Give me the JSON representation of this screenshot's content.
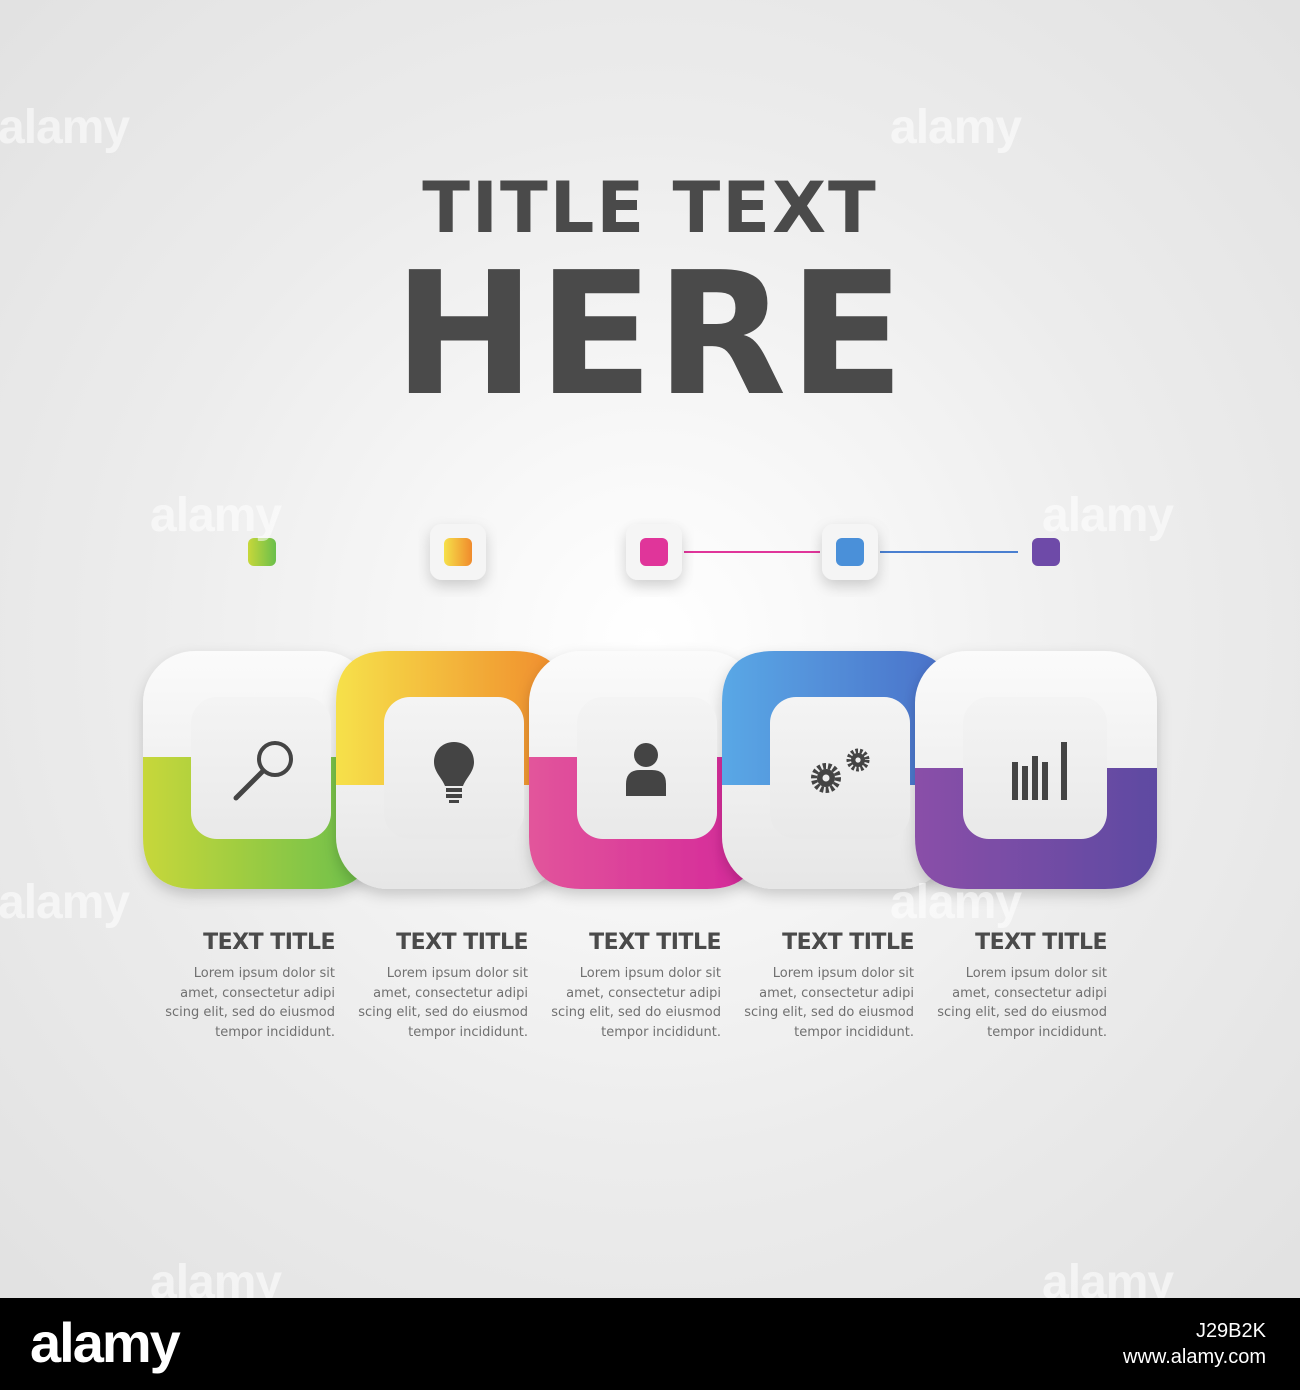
{
  "header": {
    "title_line1": "TITLE  TEXT",
    "title_line2": "HERE"
  },
  "colors": {
    "title": "#4a4a4a",
    "green": "#8cc63f",
    "yellow": "#f7b733",
    "pink": "#e0359a",
    "blue": "#4a90d9",
    "purple": "#7b4ea8"
  },
  "steps": [
    {
      "icon": "magnifier-icon",
      "title": "TEXT TITLE",
      "body": [
        "Lorem ipsum dolor sit",
        "amet, consectetur adipi",
        "scing elit, sed do eiusmod",
        "tempor incididunt."
      ]
    },
    {
      "icon": "lightbulb-icon",
      "title": "TEXT TITLE",
      "body": [
        "Lorem ipsum dolor sit",
        "amet, consectetur adipi",
        "scing elit, sed do eiusmod",
        "tempor incididunt."
      ]
    },
    {
      "icon": "person-icon",
      "title": "TEXT TITLE",
      "body": [
        "Lorem ipsum dolor sit",
        "amet, consectetur adipi",
        "scing elit, sed do eiusmod",
        "tempor incididunt."
      ]
    },
    {
      "icon": "gears-icon",
      "title": "TEXT TITLE",
      "body": [
        "Lorem ipsum dolor sit",
        "amet, consectetur adipi",
        "scing elit, sed do eiusmod",
        "tempor incididunt."
      ]
    },
    {
      "icon": "bar-chart-icon",
      "title": "TEXT TITLE",
      "body": [
        "Lorem ipsum dolor sit",
        "amet, consectetur adipi",
        "scing elit, sed do eiusmod",
        "tempor incididunt."
      ]
    }
  ],
  "watermark": "alamy",
  "footer": {
    "logo": "alamy",
    "image_id": "J29B2K",
    "url": "www.alamy.com"
  }
}
